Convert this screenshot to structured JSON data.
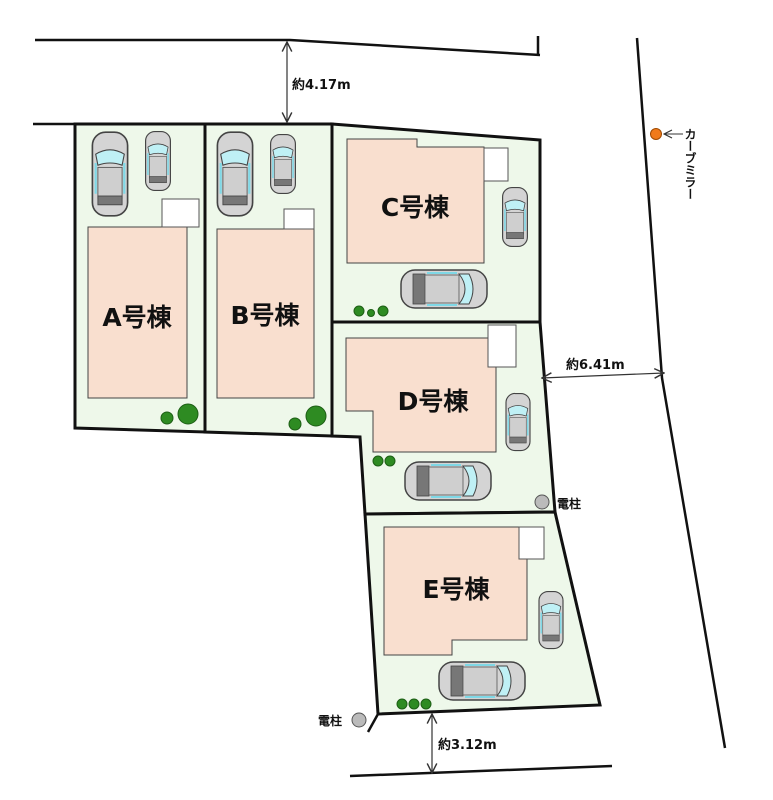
{
  "title": "区画図",
  "lots": [
    {
      "id": "A",
      "label": "A号棟"
    },
    {
      "id": "B",
      "label": "B号棟"
    },
    {
      "id": "C",
      "label": "C号棟"
    },
    {
      "id": "D",
      "label": "D号棟"
    },
    {
      "id": "E",
      "label": "E号棟"
    }
  ],
  "dimensions": {
    "north_road": "約4.17m",
    "east_road": "約6.41m",
    "south_road": "約3.12m"
  },
  "landmarks": {
    "curve_mirror": "カーブミラー",
    "utility_pole_east": "電柱",
    "utility_pole_south": "電柱"
  },
  "colors": {
    "lot_fill": "#eef8ea",
    "building_fill": "#f9dfcf",
    "tree": "#2e8b22",
    "mirror": "#f07a1a"
  }
}
